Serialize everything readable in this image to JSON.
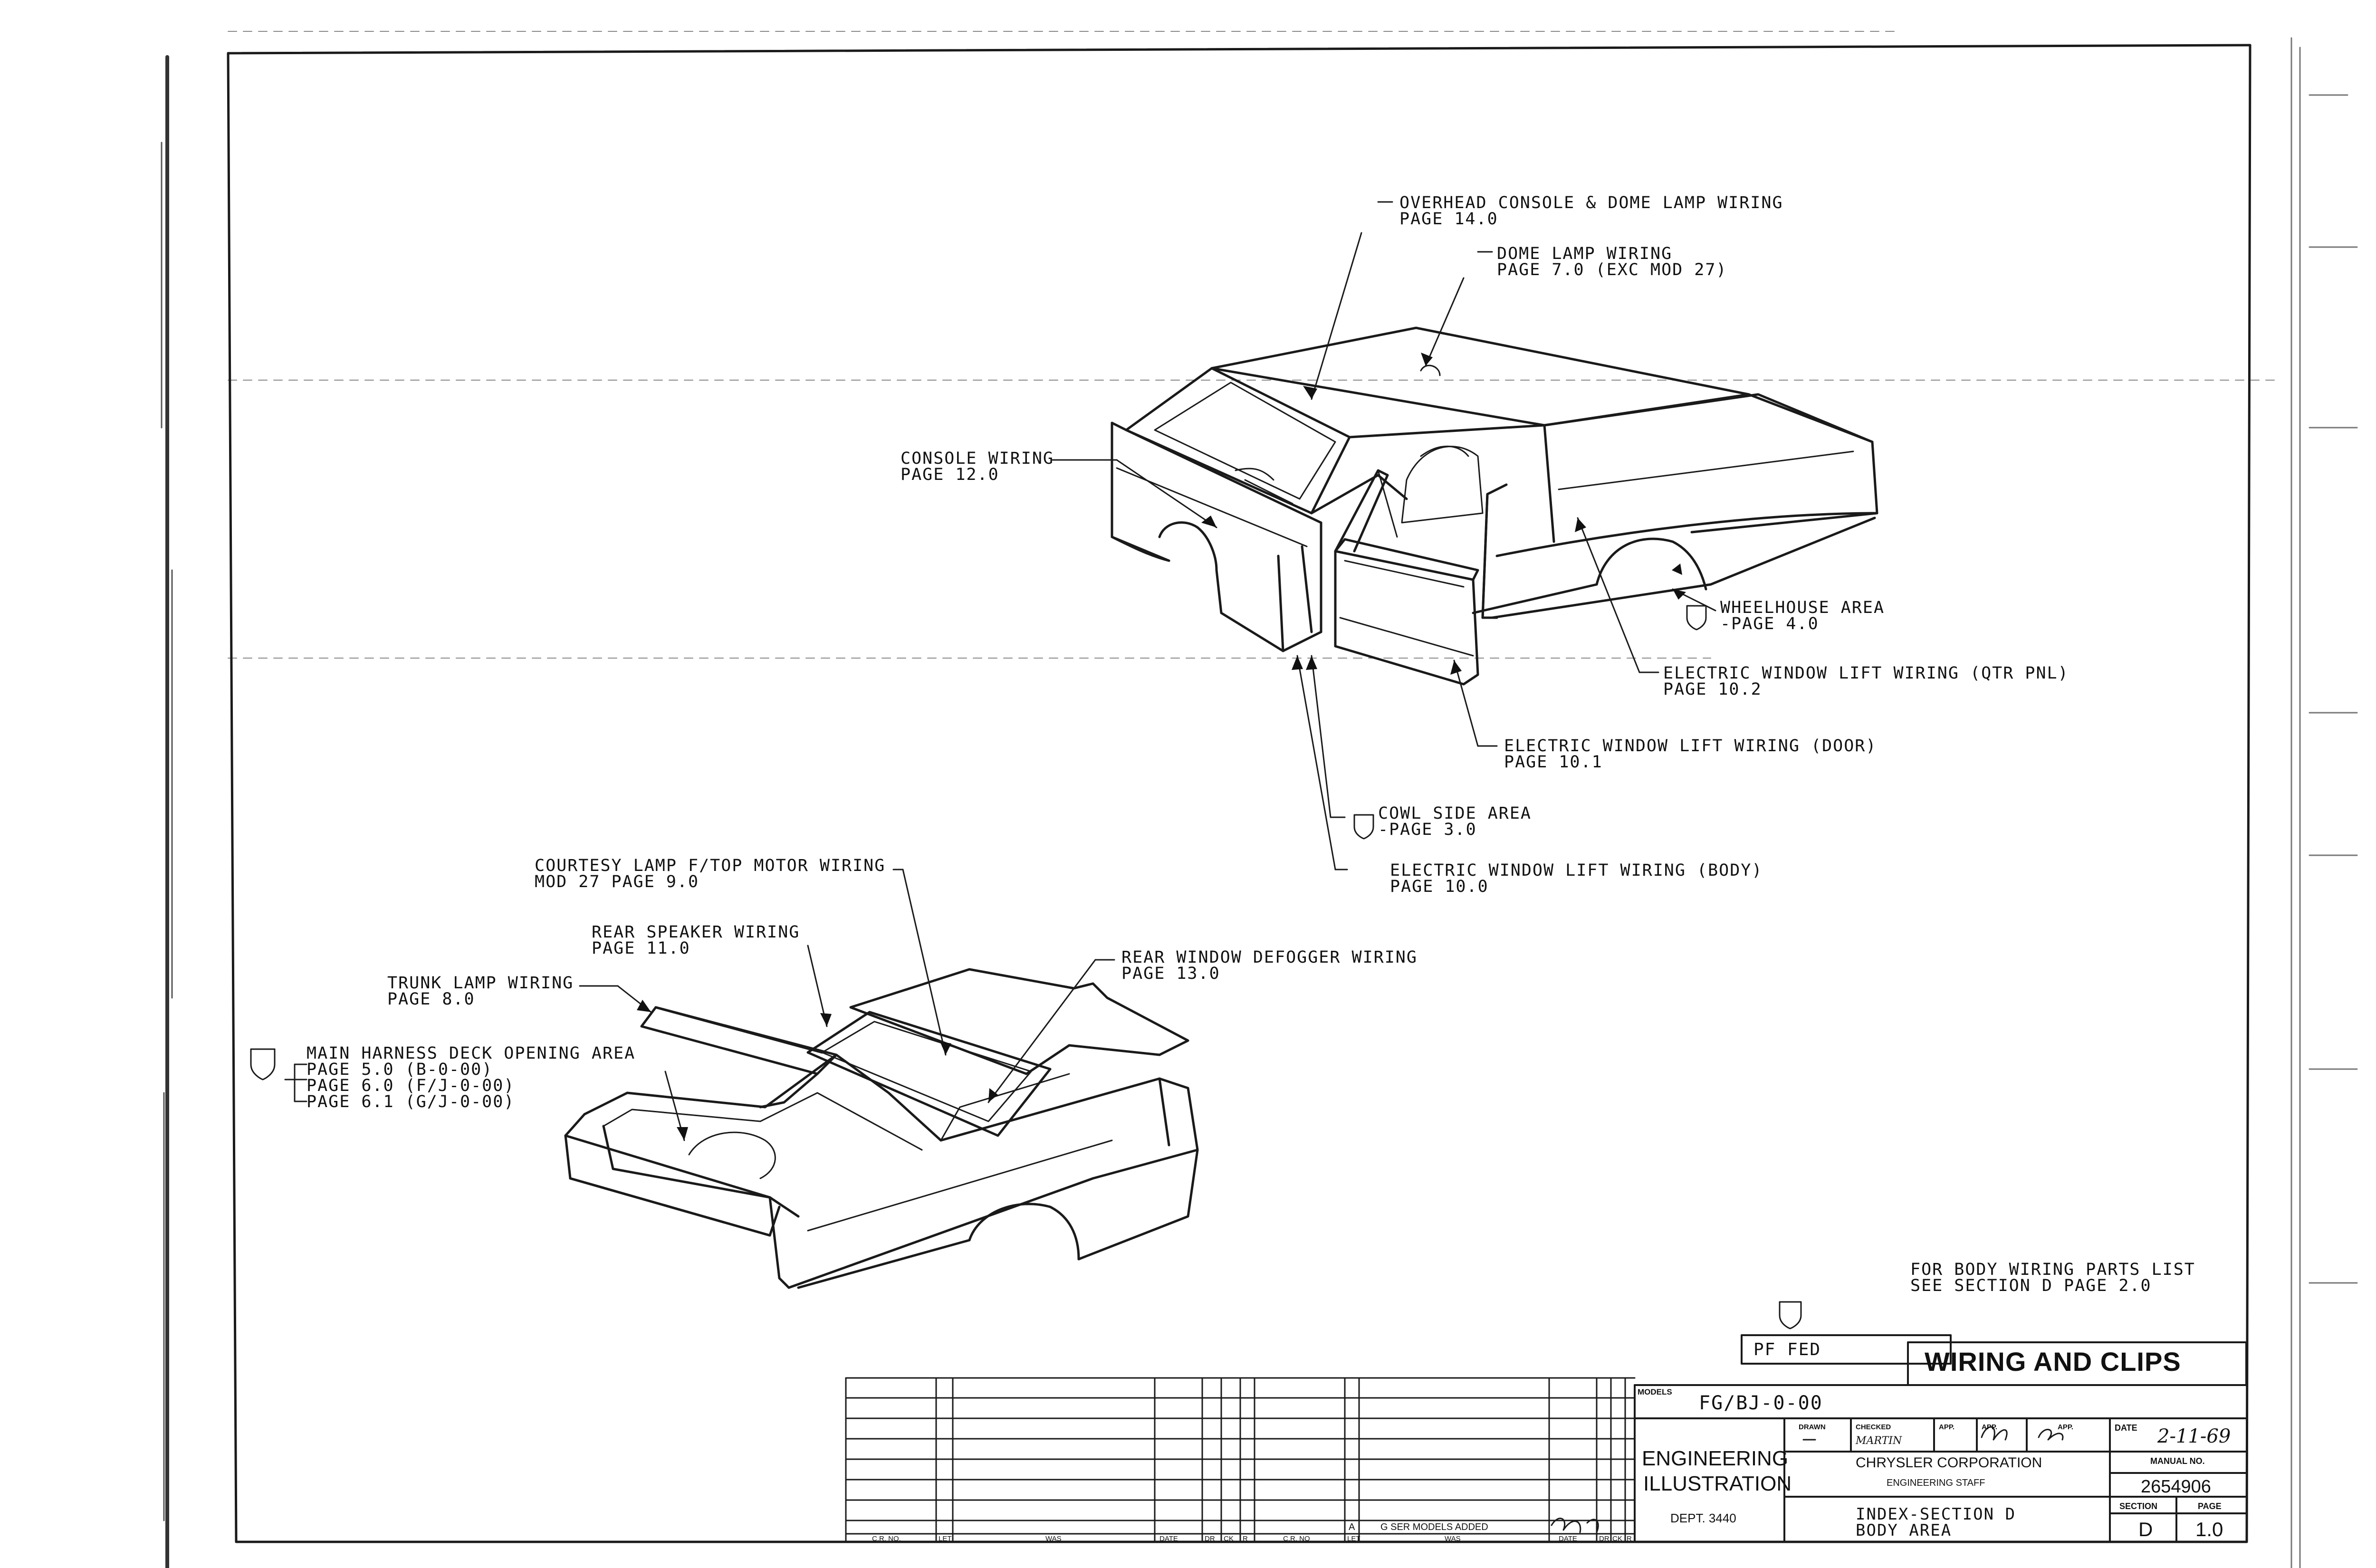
{
  "callouts": {
    "overhead_console": [
      "OVERHEAD CONSOLE & DOME LAMP WIRING",
      "PAGE 14.0"
    ],
    "dome_lamp": [
      "DOME LAMP WIRING",
      "PAGE 7.0 (EXC MOD 27)"
    ],
    "console": [
      "CONSOLE WIRING",
      "PAGE 12.0"
    ],
    "wheelhouse": [
      "WHEELHOUSE AREA",
      "PAGE 4.0"
    ],
    "qtr_pnl": [
      "ELECTRIC WINDOW LIFT WIRING (QTR PNL)",
      "PAGE 10.2"
    ],
    "door": [
      "ELECTRIC WINDOW LIFT WIRING (DOOR)",
      "PAGE 10.1"
    ],
    "cowl": [
      "COWL SIDE AREA",
      "PAGE 3.0"
    ],
    "body": [
      "ELECTRIC WINDOW LIFT WIRING (BODY)",
      "PAGE 10.0"
    ],
    "courtesy": [
      "COURTESY LAMP F/TOP MOTOR WIRING",
      "MOD 27 PAGE 9.0"
    ],
    "rear_speaker": [
      "REAR SPEAKER WIRING",
      "PAGE 11.0"
    ],
    "defogger": [
      "REAR WINDOW DEFOGGER WIRING",
      "PAGE 13.0"
    ],
    "trunk": [
      "TRUNK LAMP WIRING",
      "PAGE 8.0"
    ],
    "main_harness": [
      "MAIN HARNESS DECK OPENING AREA",
      "PAGE 5.0 (B-0-00)",
      "PAGE 6.0 (F/J-0-00)",
      "PAGE 6.1 (G/J-0-00)"
    ]
  },
  "note": [
    "FOR BODY WIRING PARTS LIST",
    "SEE SECTION D PAGE 2.0"
  ],
  "pf_fed": "PF FED",
  "title_block": {
    "title": "WIRING AND CLIPS",
    "models_label": "MODELS",
    "models_value": "FG/BJ-0-00",
    "drawn_label": "DRAWN",
    "checked_label": "CHECKED",
    "checked_name": "MARTIN",
    "app_label": "APP.",
    "date_label": "DATE",
    "date_value": "2-11-69",
    "dept_line1": "ENGINEERING",
    "dept_line2": "ILLUSTRATION",
    "company": "CHRYSLER CORPORATION",
    "staff": "ENGINEERING STAFF",
    "dept": "DEPT. 3440",
    "manual_label": "MANUAL NO.",
    "manual_value": "2654906",
    "description": [
      "INDEX-SECTION D",
      "BODY AREA"
    ],
    "section_label": "SECTION",
    "section_value": "D",
    "page_label": "PAGE",
    "page_value": "1.0"
  },
  "revision": {
    "letter": "A",
    "description": "G SER MODELS ADDED",
    "headers": [
      "C.R. NO.",
      "LET",
      "WAS",
      "DATE",
      "DR",
      "CK",
      "R",
      "C.R. NO",
      "LET",
      "WAS",
      "DATE",
      "DR",
      "CK",
      "R"
    ]
  }
}
